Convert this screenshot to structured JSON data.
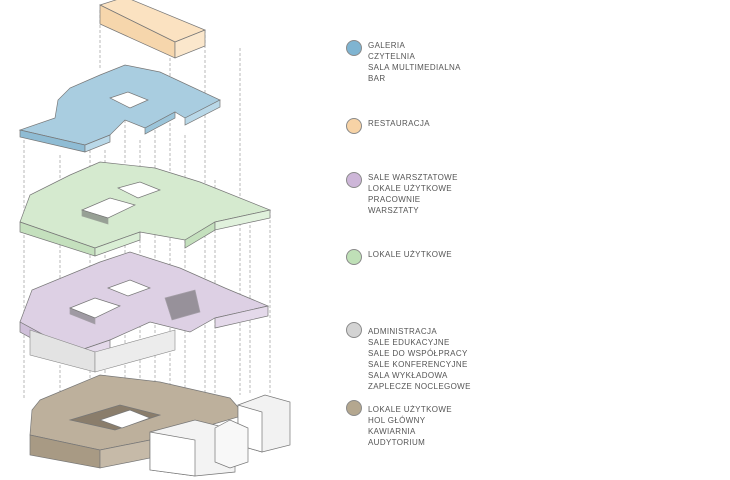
{
  "colors": {
    "blue": "#a9cde0",
    "orange": "#fbe2c1",
    "purple": "#ddd0e4",
    "green": "#d5eacf",
    "gray": "#d9d9d9",
    "brown": "#bdb09c"
  },
  "legend": [
    {
      "color": "#7fb4d1",
      "lines": [
        "GALERIA",
        "CZYTELNIA",
        "SALA MULTIMEDIALNA",
        "BAR"
      ]
    },
    {
      "color": "#f7d3a6",
      "lines": [
        "RESTAURACJA"
      ]
    },
    {
      "color": "#cdb6d8",
      "lines": [
        "SALE WARSZTATOWE",
        "LOKALE UŻYTKOWE",
        "PRACOWNIE",
        "WARSZTATY"
      ]
    },
    {
      "color": "#bfe0b7",
      "lines": [
        "LOKALE UŻYTKOWE"
      ]
    },
    {
      "color": "#d3d3d3",
      "lines": [
        "ADMINISTRACJA",
        "SALE EDUKACYJNE",
        "SALE DO WSPÓŁPRACY",
        "SALE KONFERENCYJNE",
        "SALA WYKŁADOWA",
        "ZAPLECZE NOCLEGOWE"
      ]
    },
    {
      "color": "#b4a78f",
      "lines": [
        "LOKALE UŻYTKOWE",
        "HOL GŁÓWNY",
        "KAWIARNIA",
        "AUDYTORIUM"
      ]
    }
  ]
}
